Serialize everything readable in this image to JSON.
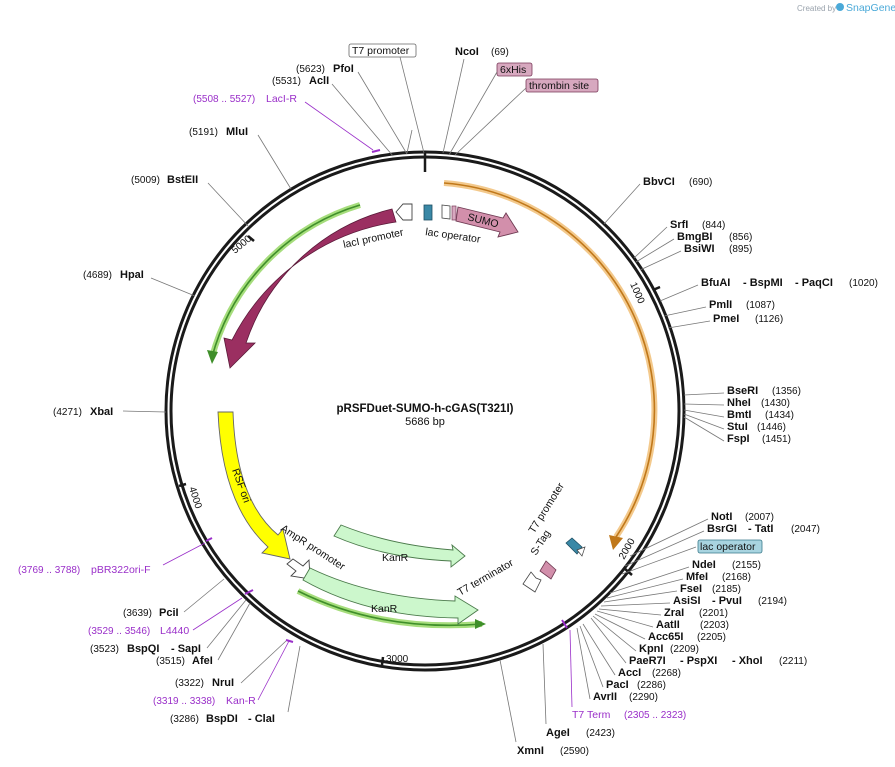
{
  "branding": {
    "created_by": "Created by",
    "app": "SnapGene"
  },
  "plasmid": {
    "name": "pRSFDuet-SUMO-h-cGAS(T321I)",
    "size": "5686 bp"
  },
  "ticks": [
    "1000",
    "2000",
    "3000",
    "4000",
    "5000"
  ],
  "tags": {
    "t7_promoter_box": "T7 promoter",
    "his_tag": "6xHis",
    "thrombin": "thrombin site",
    "lac_operator_box": "lac operator"
  },
  "features": {
    "sumo": "SUMO",
    "lacI": "lacI",
    "lacI_promoter": "lacI promoter",
    "lac_operator": "lac operator",
    "rsf_ori": "RSF ori",
    "ampr_promoter": "AmpR promoter",
    "kanr1": "KanR",
    "kanr2": "KanR",
    "t7_terminator": "T7 terminator",
    "t7_promoter": "T7 promoter",
    "s_tag": "S-Tag"
  },
  "sites": {
    "pfoi": {
      "pos": "(5623)",
      "name": "PfoI"
    },
    "acli": {
      "pos": "(5531)",
      "name": "AclI"
    },
    "laci_r": {
      "pos": "(5508 .. 5527)",
      "name": "LacI-R"
    },
    "mlui": {
      "pos": "(5191)",
      "name": "MluI"
    },
    "bsteii": {
      "pos": "(5009)",
      "name": "BstEII"
    },
    "hpai": {
      "pos": "(4689)",
      "name": "HpaI"
    },
    "xbai": {
      "pos": "(4271)",
      "name": "XbaI"
    },
    "pbr322": {
      "pos": "(3769 .. 3788)",
      "name": "pBR322ori-F"
    },
    "pcii": {
      "pos": "(3639)",
      "name": "PciI"
    },
    "l4440": {
      "pos": "(3529 .. 3546)",
      "name": "L4440"
    },
    "bspqi": {
      "pos": "(3523)",
      "name": "BspQI",
      "name2": "- SapI"
    },
    "afei": {
      "pos": "(3515)",
      "name": "AfeI"
    },
    "nrui": {
      "pos": "(3322)",
      "name": "NruI"
    },
    "kanr_primer": {
      "pos": "(3319 .. 3338)",
      "name": "Kan-R"
    },
    "bspdi": {
      "pos": "(3286)",
      "name": "BspDI",
      "name2": "- ClaI"
    },
    "ncoi": {
      "name": "NcoI",
      "pos": "(69)"
    },
    "bbvci": {
      "name": "BbvCI",
      "pos": "(690)"
    },
    "srfi": {
      "name": "SrfI",
      "pos": "(844)"
    },
    "bmgbi": {
      "name": "BmgBI",
      "pos": "(856)"
    },
    "bsiwi": {
      "name": "BsiWI",
      "pos": "(895)"
    },
    "bfuai": {
      "name": "BfuAI",
      "name2": "- BspMI",
      "name3": "- PaqCI",
      "pos": "(1020)"
    },
    "pmli": {
      "name": "PmlI",
      "pos": "(1087)"
    },
    "pmei": {
      "name": "PmeI",
      "pos": "(1126)"
    },
    "bseri": {
      "name": "BseRI",
      "pos": "(1356)"
    },
    "nhei": {
      "name": "NheI",
      "pos": "(1430)"
    },
    "bmti": {
      "name": "BmtI",
      "pos": "(1434)"
    },
    "stui": {
      "name": "StuI",
      "pos": "(1446)"
    },
    "fspi": {
      "name": "FspI",
      "pos": "(1451)"
    },
    "noti": {
      "name": "NotI",
      "pos": "(2007)"
    },
    "bsrgi": {
      "name": "BsrGI",
      "name2": "- TatI",
      "pos": "(2047)"
    },
    "ndei": {
      "name": "NdeI",
      "pos": "(2155)"
    },
    "mfei": {
      "name": "MfeI",
      "pos": "(2168)"
    },
    "fsei": {
      "name": "FseI",
      "pos": "(2185)"
    },
    "asisi": {
      "name": "AsiSI",
      "name2": "- PvuI",
      "pos": "(2194)"
    },
    "zrai": {
      "name": "ZraI",
      "pos": "(2201)"
    },
    "aatii": {
      "name": "AatII",
      "pos": "(2203)"
    },
    "acc65i": {
      "name": "Acc65I",
      "pos": "(2205)"
    },
    "kpni": {
      "name": "KpnI",
      "pos": "(2209)"
    },
    "paer7i": {
      "name": "PaeR7I",
      "name2": "- PspXI",
      "name3": "- XhoI",
      "pos": "(2211)"
    },
    "acci": {
      "name": "AccI",
      "pos": "(2268)"
    },
    "paci": {
      "name": "PacI",
      "pos": "(2286)"
    },
    "avrii": {
      "name": "AvrII",
      "pos": "(2290)"
    },
    "t7term": {
      "name": "T7 Term",
      "pos": "(2305 .. 2323)"
    },
    "agei": {
      "name": "AgeI",
      "pos": "(2423)"
    },
    "xmni": {
      "name": "XmnI",
      "pos": "(2590)"
    }
  }
}
